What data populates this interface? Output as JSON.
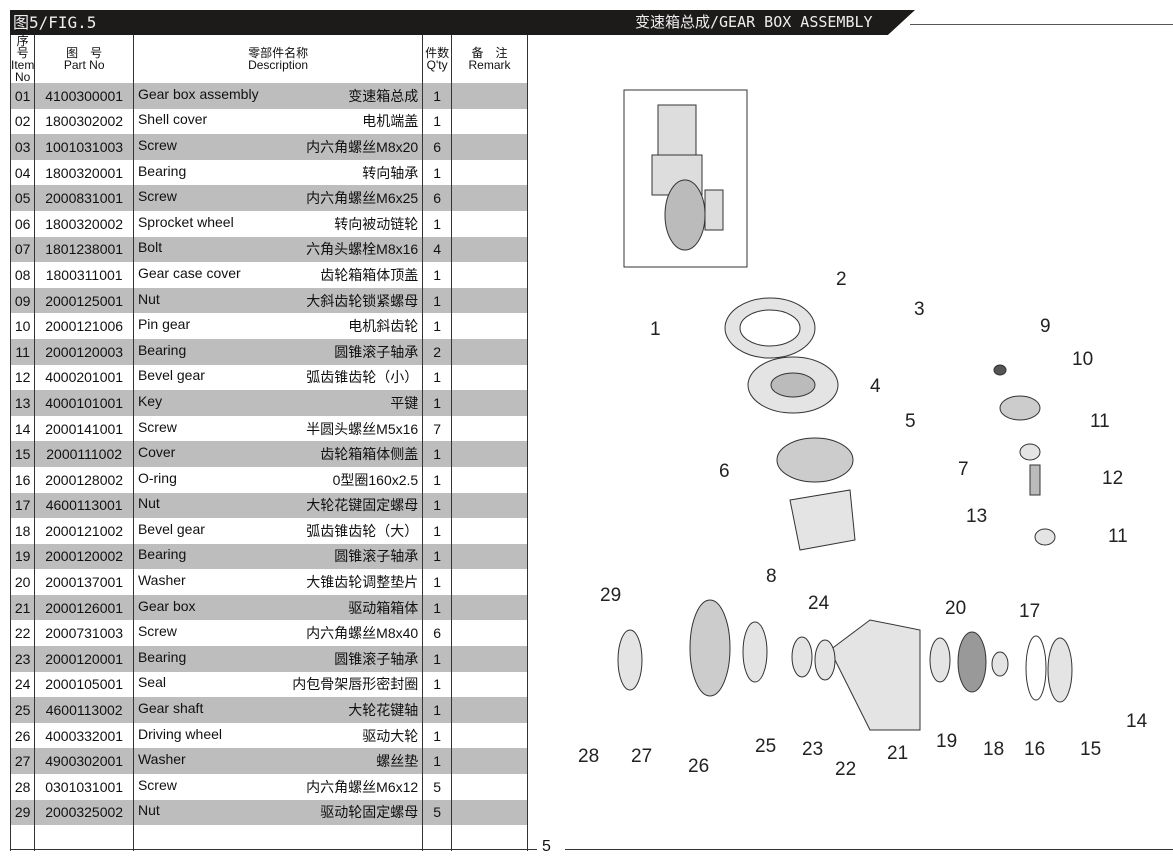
{
  "header": {
    "fig_label": "图5/FIG.5",
    "title": "变速箱总成/GEAR BOX ASSEMBLY"
  },
  "table": {
    "headers": {
      "item_cn": "序号",
      "item_en": "Item No",
      "part_cn": "图　号",
      "part_en": "Part No",
      "desc_cn": "零部件名称",
      "desc_en": "Description",
      "qty_cn": "件数",
      "qty_en": "Q'ty",
      "remark_cn": "备　注",
      "remark_en": "Remark"
    },
    "rows": [
      {
        "item": "01",
        "part": "4100300001",
        "en": "Gear box assembly",
        "cn": "变速箱总成",
        "qty": "1"
      },
      {
        "item": "02",
        "part": "1800302002",
        "en": "Shell cover",
        "cn": "电机端盖",
        "qty": "1"
      },
      {
        "item": "03",
        "part": "1001031003",
        "en": "Screw",
        "cn": "内六角螺丝M8x20",
        "qty": "6"
      },
      {
        "item": "04",
        "part": "1800320001",
        "en": "Bearing",
        "cn": "转向轴承",
        "qty": "1"
      },
      {
        "item": "05",
        "part": "2000831001",
        "en": "Screw",
        "cn": "内六角螺丝M6x25",
        "qty": "6"
      },
      {
        "item": "06",
        "part": "1800320002",
        "en": "Sprocket wheel",
        "cn": "转向被动链轮",
        "qty": "1"
      },
      {
        "item": "07",
        "part": "1801238001",
        "en": "Bolt",
        "cn": "六角头螺栓M8x16",
        "qty": "4"
      },
      {
        "item": "08",
        "part": "1800311001",
        "en": "Gear case cover",
        "cn": "齿轮箱箱体顶盖",
        "qty": "1"
      },
      {
        "item": "09",
        "part": "2000125001",
        "en": "Nut",
        "cn": "大斜齿轮锁紧螺母",
        "qty": "1"
      },
      {
        "item": "10",
        "part": "2000121006",
        "en": "Pin gear",
        "cn": "电机斜齿轮",
        "qty": "1"
      },
      {
        "item": "11",
        "part": "2000120003",
        "en": "Bearing",
        "cn": "圆锥滚子轴承",
        "qty": "2"
      },
      {
        "item": "12",
        "part": "4000201001",
        "en": "Bevel gear",
        "cn": "弧齿锥齿轮（小）",
        "qty": "1"
      },
      {
        "item": "13",
        "part": "4000101001",
        "en": "Key",
        "cn": "平键",
        "qty": "1"
      },
      {
        "item": "14",
        "part": "2000141001",
        "en": "Screw",
        "cn": "半圆头螺丝M5x16",
        "qty": "7"
      },
      {
        "item": "15",
        "part": "2000111002",
        "en": "Cover",
        "cn": "齿轮箱箱体侧盖",
        "qty": "1"
      },
      {
        "item": "16",
        "part": "2000128002",
        "en": "O-ring",
        "cn": "0型圈160x2.5",
        "qty": "1"
      },
      {
        "item": "17",
        "part": "4600113001",
        "en": "Nut",
        "cn": "大轮花键固定螺母",
        "qty": "1"
      },
      {
        "item": "18",
        "part": "2000121002",
        "en": "Bevel gear",
        "cn": "弧齿锥齿轮（大）",
        "qty": "1"
      },
      {
        "item": "19",
        "part": "2000120002",
        "en": "Bearing",
        "cn": "圆锥滚子轴承",
        "qty": "1"
      },
      {
        "item": "20",
        "part": "2000137001",
        "en": "Washer",
        "cn": "大锥齿轮调整垫片",
        "qty": "1"
      },
      {
        "item": "21",
        "part": "2000126001",
        "en": "Gear box",
        "cn": "驱动箱箱体",
        "qty": "1"
      },
      {
        "item": "22",
        "part": "2000731003",
        "en": "Screw",
        "cn": "内六角螺丝M8x40",
        "qty": "6"
      },
      {
        "item": "23",
        "part": "2000120001",
        "en": "Bearing",
        "cn": "圆锥滚子轴承",
        "qty": "1"
      },
      {
        "item": "24",
        "part": "2000105001",
        "en": "Seal",
        "cn": "内包骨架唇形密封圈",
        "qty": "1"
      },
      {
        "item": "25",
        "part": "4600113002",
        "en": "Gear shaft",
        "cn": "大轮花键轴",
        "qty": "1"
      },
      {
        "item": "26",
        "part": "4000332001",
        "en": "Driving wheel",
        "cn": "驱动大轮",
        "qty": "1"
      },
      {
        "item": "27",
        "part": "4900302001",
        "en": "Washer",
        "cn": "螺丝垫",
        "qty": "1"
      },
      {
        "item": "28",
        "part": "0301031001",
        "en": "Screw",
        "cn": "内六角螺丝M6x12",
        "qty": "5"
      },
      {
        "item": "29",
        "part": "2000325002",
        "en": "Nut",
        "cn": "驱动轮固定螺母",
        "qty": "5"
      }
    ]
  },
  "diagram": {
    "callouts": [
      "1",
      "2",
      "3",
      "4",
      "5",
      "6",
      "7",
      "8",
      "9",
      "10",
      "11",
      "12",
      "13",
      "11",
      "29",
      "24",
      "20",
      "17",
      "14",
      "28",
      "27",
      "26",
      "25",
      "23",
      "22",
      "21",
      "19",
      "18",
      "16",
      "15"
    ]
  },
  "footer": {
    "page": "5"
  }
}
